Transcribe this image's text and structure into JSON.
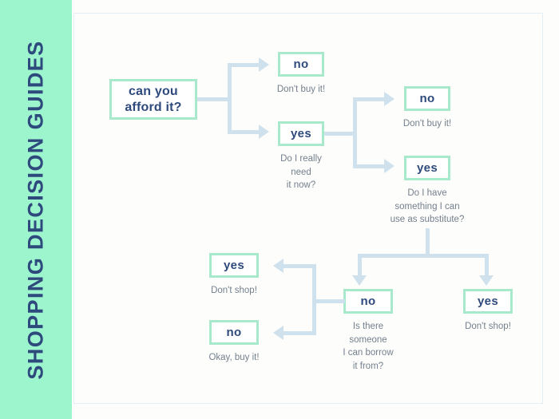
{
  "sidebar": {
    "title": "SHOPPING DECISION GUIDES",
    "color": "#9df5ce"
  },
  "theme": {
    "background": "#fdfdfb",
    "box_border": "#a8e9cb",
    "box_fill": "#ffffff",
    "box_text": "#2e4a7d",
    "caption_text": "#74808e",
    "connector": "#cfe1ec",
    "frame_border": "#e4eef4"
  },
  "flow": {
    "root": {
      "label": "can you\nafford it?"
    },
    "nodes": [
      {
        "id": "n1",
        "label": "no",
        "caption": "Don't buy it!"
      },
      {
        "id": "n2",
        "label": "yes",
        "caption": "Do I really\nneed\nit now?"
      },
      {
        "id": "n3",
        "label": "no",
        "caption": "Don't buy it!"
      },
      {
        "id": "n4",
        "label": "yes",
        "caption": "Do I have\nsomething I can\nuse as substitute?"
      },
      {
        "id": "n5",
        "label": "no",
        "caption": "Is there\nsomeone\nI can borrow\nit from?"
      },
      {
        "id": "n6",
        "label": "yes",
        "caption": "Don't shop!"
      },
      {
        "id": "n7",
        "label": "yes",
        "caption": "Don't shop!"
      },
      {
        "id": "n8",
        "label": "no",
        "caption": "Okay, buy it!"
      }
    ]
  }
}
